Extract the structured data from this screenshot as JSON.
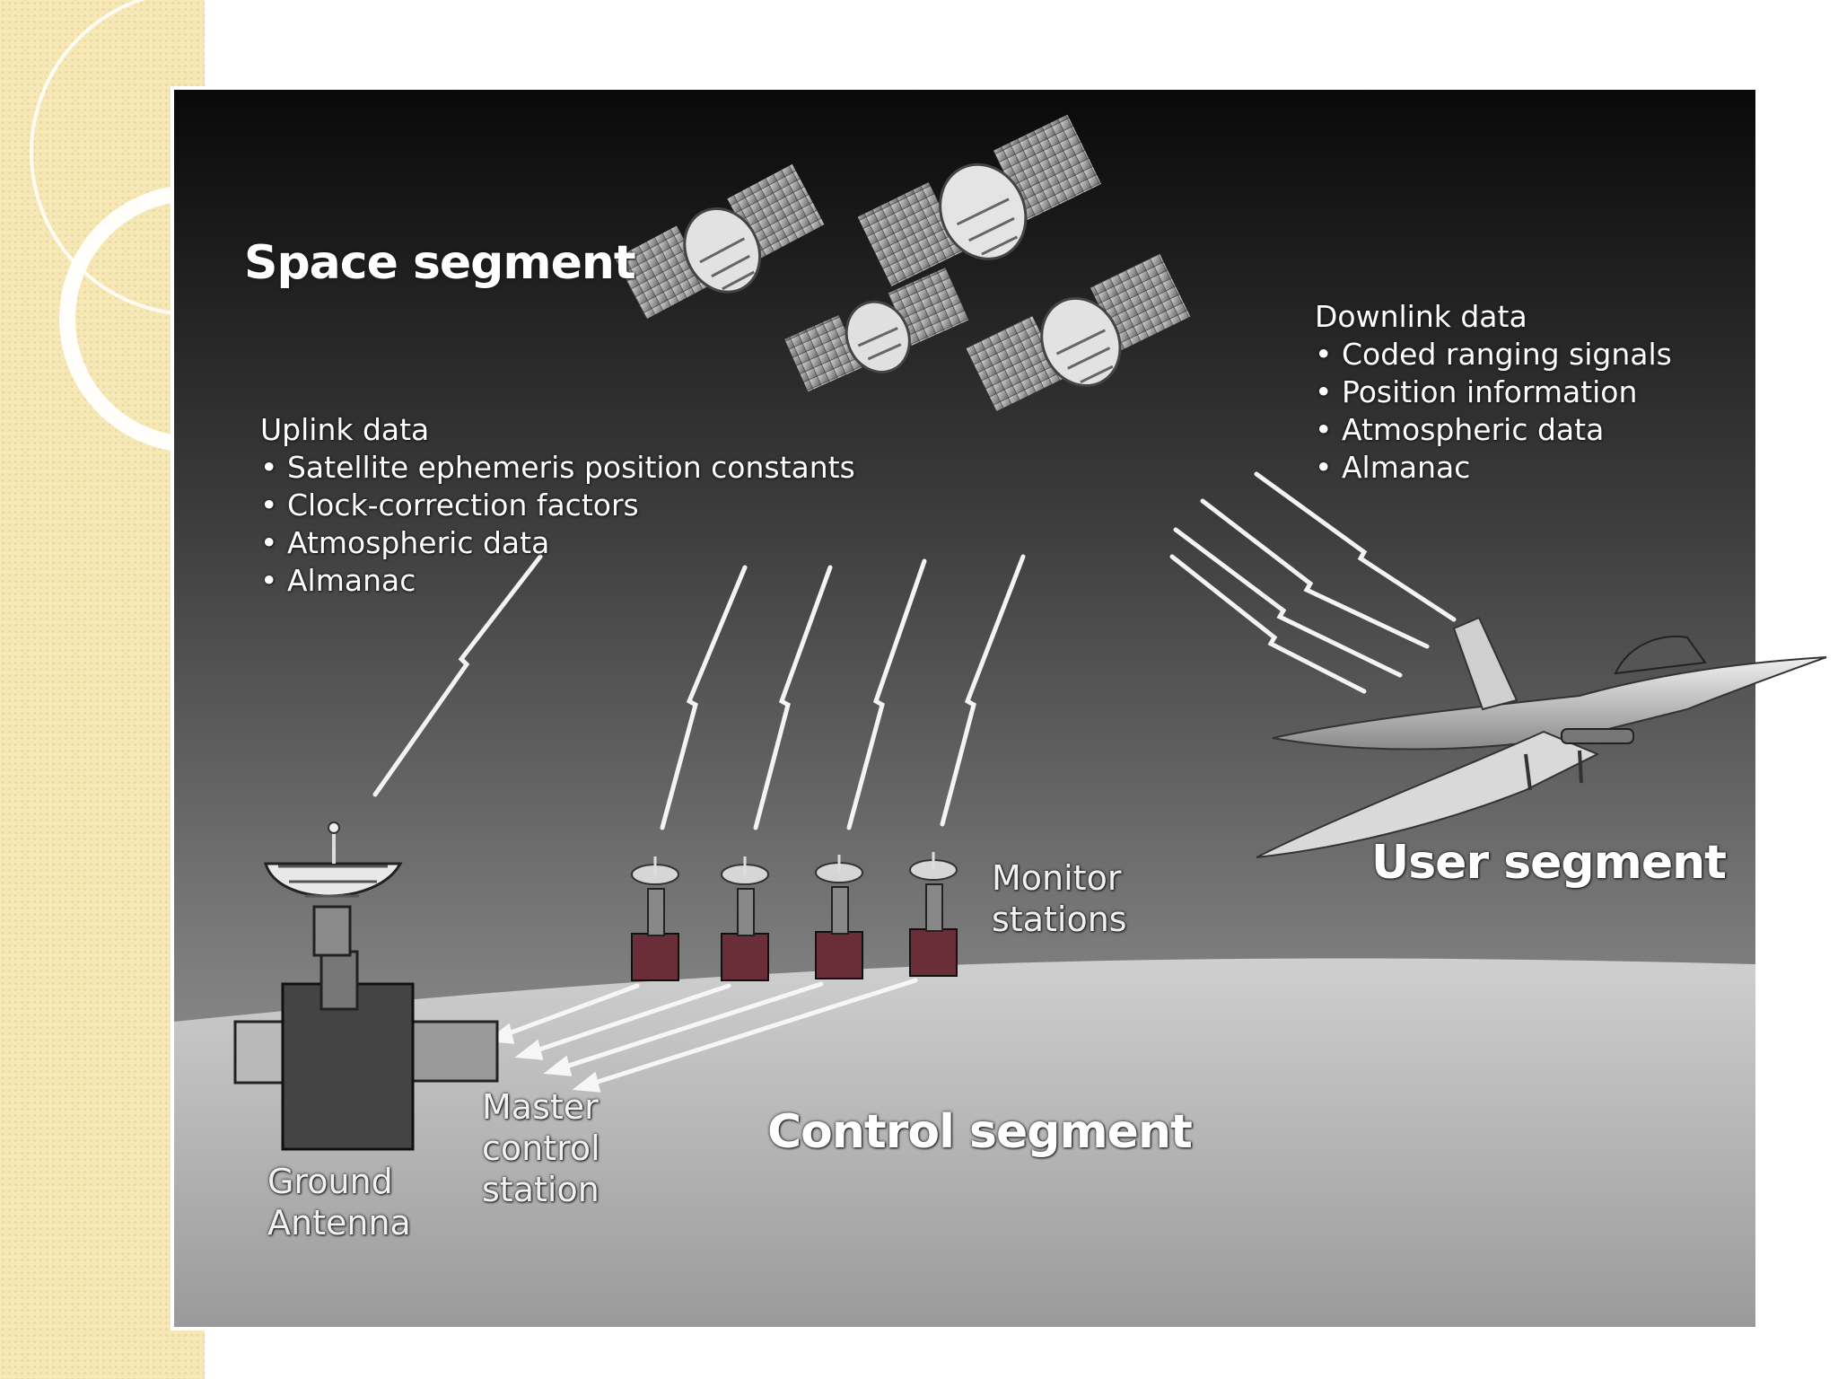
{
  "diagram": {
    "space_segment": "Space segment",
    "user_segment": "User segment",
    "control_segment": "Control segment",
    "uplink": {
      "title": "Uplink data",
      "items": [
        "Satellite ephemeris position constants",
        "Clock-correction factors",
        "Atmospheric data",
        "Almanac"
      ]
    },
    "downlink": {
      "title": "Downlink data",
      "items": [
        "Coded ranging signals",
        "Position information",
        "Atmospheric data",
        "Almanac"
      ]
    },
    "monitor_stations": [
      "Monitor",
      "stations"
    ],
    "master_control_station": [
      "Master",
      "control",
      "station"
    ],
    "ground_antenna": [
      "Ground",
      "Antenna"
    ]
  }
}
